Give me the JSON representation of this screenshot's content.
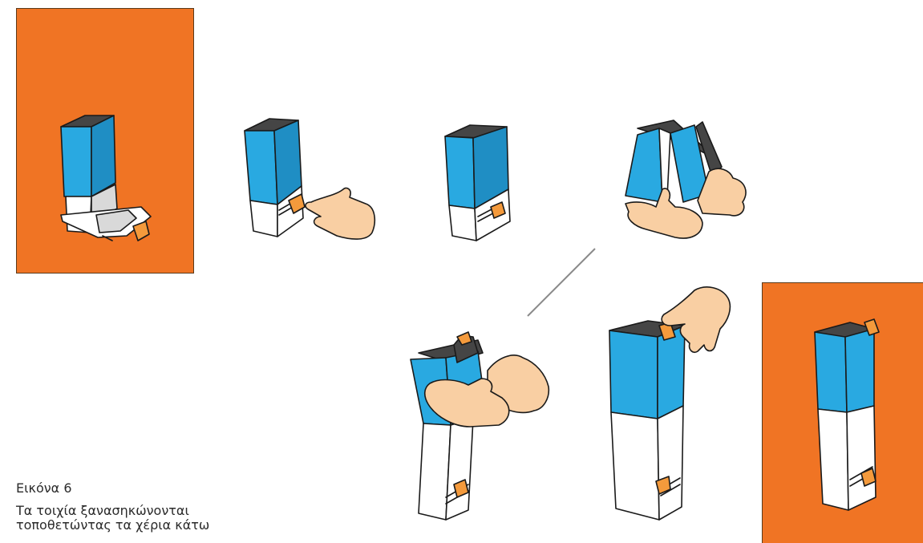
{
  "caption": {
    "title": "Εικόνα 6",
    "text_line1": "Τα τοιχία ξανασηκώνονται",
    "text_line2": "τοποθετώντας τα χέρια κάτω"
  },
  "colors": {
    "orange": "#f07424",
    "blue": "#29a9e1",
    "skin": "#f9cfa3",
    "tab": "#f49a3c",
    "dark": "#4a4a4a",
    "line": "#8a8a8a"
  }
}
